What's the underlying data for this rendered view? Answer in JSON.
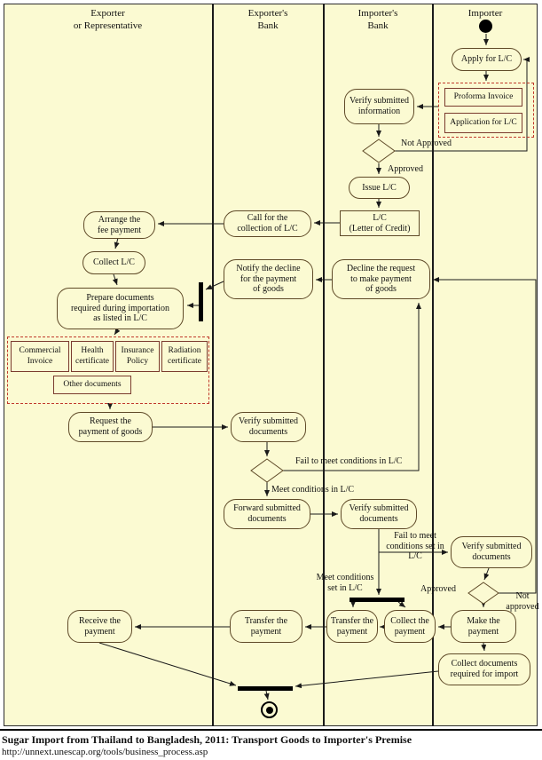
{
  "colors": {
    "diagram-bg": "#fbfad2",
    "node-border": "#5f4a28",
    "doc-border": "#7a3b2e",
    "dashed-border": "#c0392b",
    "line": "#1a1a1a"
  },
  "lanes": [
    {
      "label": "Exporter\nor Representative"
    },
    {
      "label": "Exporter's\nBank"
    },
    {
      "label": "Importer's\nBank"
    },
    {
      "label": "Importer"
    }
  ],
  "nodes": {
    "apply_lc": "Apply for L/C",
    "proforma_invoice": "Proforma Invoice",
    "application_lc": "Application for L/C",
    "verify_info": "Verify submitted\ninformation",
    "issue_lc": "Issue L/C",
    "lc": "L/C\n(Letter of Credit)",
    "call_collection": "Call for the\ncollection  of L/C",
    "arrange_fee": "Arrange the\nfee payment",
    "collect_lc": "Collect L/C",
    "notify_decline": "Notify the  decline\nfor the payment\nof goods",
    "decline_request": "Decline the request\nto make payment\nof goods",
    "prepare_docs": "Prepare documents\nrequired during importation\nas listed in L/C",
    "commercial_invoice": "Commercial\nInvoice",
    "health_certificate": "Health\ncertificate",
    "insurance_policy": "Insurance\nPolicy",
    "radiation_certificate": "Radiation\ncertificate",
    "other_documents": "Other documents",
    "request_payment": "Request the\npayment of goods",
    "verify_docs_exporters_bank": "Verify submitted\ndocuments",
    "forward_docs": "Forward submitted\ndocuments",
    "verify_docs_importers_bank": "Verify submitted\ndocuments",
    "verify_docs_importer": "Verify submitted\ndocuments",
    "transfer_payment_importers_bank": "Transfer the\npayment",
    "collect_payment": "Collect the\npayment",
    "make_payment": "Make the\npayment",
    "transfer_payment_exporters_bank": "Transfer the\npayment",
    "receive_payment": "Receive the\npayment",
    "collect_docs_import": "Collect documents\nrequired for import"
  },
  "edge_labels": {
    "not_approved_1": "Not Approved",
    "approved_1": "Approved",
    "fail_conditions_lc": "Fail to meet conditions in L/C",
    "meet_conditions_lc": "Meet conditions in L/C",
    "fail_conditions_set_lc": "Fail to meet\nconditions set in\nL/C",
    "meet_conditions_set_lc": "Meet conditions\nset in L/C",
    "approved_2": "Approved",
    "not_approved_2": "Not\napproved"
  },
  "caption": {
    "title": "Sugar Import from Thailand to Bangladesh, 2011: Transport Goods to Importer's Premise",
    "source": "http://unnext.unescap.org/tools/business_process.asp"
  }
}
